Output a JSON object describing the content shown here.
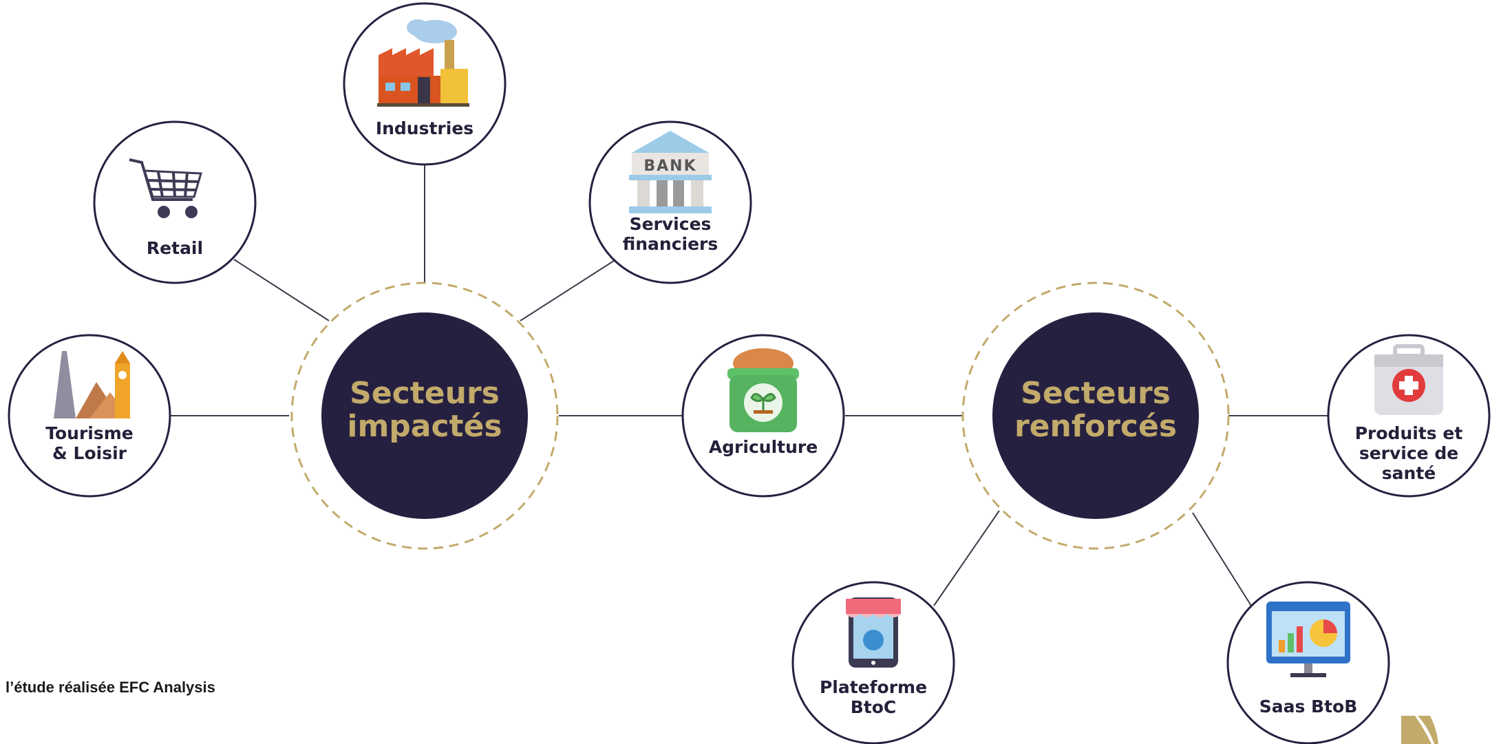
{
  "colors": {
    "hub_fill": "#262040",
    "hub_text": "#c2aa6b",
    "ring_dash": "#c2aa6b",
    "node_stroke": "#262040",
    "connector": "#3a3a4a",
    "label_text": "#24203a"
  },
  "hubs": [
    {
      "id": "impactes",
      "label": "Secteurs\nimpactés"
    },
    {
      "id": "renforces",
      "label": "Secteurs\nrenforcés"
    }
  ],
  "nodes": [
    {
      "id": "industries",
      "label": "Industries",
      "icon": "factory-icon",
      "hub": "impactes"
    },
    {
      "id": "retail",
      "label": "Retail",
      "icon": "shopping-cart-icon",
      "hub": "impactes"
    },
    {
      "id": "services",
      "label": "Services\nfinanciers",
      "icon": "bank-icon",
      "hub": "impactes"
    },
    {
      "id": "tourisme",
      "label": "Tourisme\n& Loisir",
      "icon": "landmarks-icon",
      "hub": "impactes"
    },
    {
      "id": "agriculture",
      "label": "Agriculture",
      "icon": "seed-bag-icon",
      "hub": "both"
    },
    {
      "id": "sante",
      "label": "Produits et\nservice de\nsanté",
      "icon": "first-aid-kit-icon",
      "hub": "renforces"
    },
    {
      "id": "btoc",
      "label": "Plateforme\nBtoC",
      "icon": "mobile-shop-icon",
      "hub": "renforces"
    },
    {
      "id": "saas",
      "label": "Saas BtoB",
      "icon": "dashboard-monitor-icon",
      "hub": "renforces"
    }
  ],
  "footnote": "l’étude réalisée EFC Analysis"
}
